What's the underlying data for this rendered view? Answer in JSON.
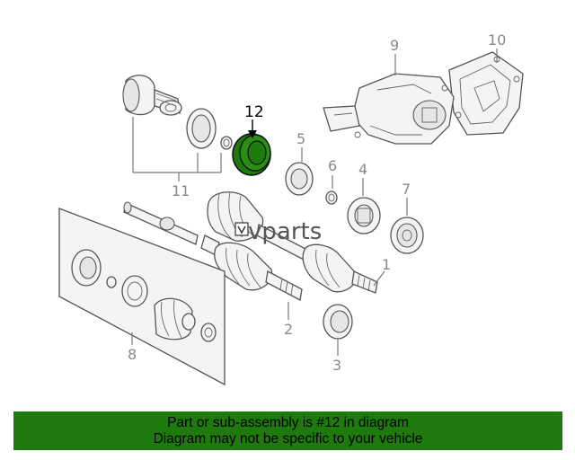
{
  "diagram": {
    "callouts": {
      "c1": "1",
      "c2": "2",
      "c3": "3",
      "c4": "4",
      "c5": "5",
      "c6": "6",
      "c7": "7",
      "c8": "8",
      "c9": "9",
      "c10": "10",
      "c11": "11",
      "c12": "12"
    },
    "highlight_color": "#1f7a0d",
    "watermark": "vparts"
  },
  "footer": {
    "line1": "Part or sub-assembly is #12 in diagram",
    "line2": "Diagram may not be specific to your vehicle",
    "background_color": "#1f7a0d"
  }
}
